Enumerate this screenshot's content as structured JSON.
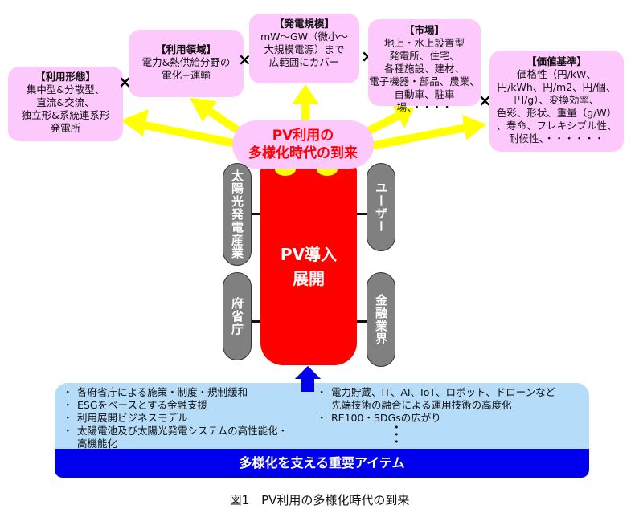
{
  "center": {
    "line1": "PV利用の",
    "line2": "多様化時代の到来"
  },
  "categories": [
    {
      "title": "【利用形態】",
      "lines": [
        "集中型&分散型、",
        "直流&交流、",
        "独立形&系統連系形",
        "発電所"
      ]
    },
    {
      "title": "【利用領域】",
      "lines": [
        "電力&熱供給分野の",
        "電化+運輸"
      ]
    },
    {
      "title": "【発電規模】",
      "lines": [
        "mW～GW（微小～",
        "大規模電源）まで",
        "広範囲にカバー"
      ]
    },
    {
      "title": "【市場】",
      "lines": [
        "地上・水上設置型",
        "発電所、住宅、",
        "各種施設、建材、",
        "電子機器・部品、農業、",
        "自動車、駐車場、・・・・"
      ]
    },
    {
      "title": "【価値基準】",
      "lines": [
        "価格性（円/kW、",
        "円/kWh、円/m2、円/個、",
        "円/g）、変換効率、",
        "色彩、形状、重量（g/W）",
        "、寿命、フレキシブル性、",
        "耐候性、・・・・・・"
      ]
    }
  ],
  "cross_symbol": "×",
  "vehicle": {
    "body_line1": "PV導入",
    "body_line2": "展開",
    "wheels": {
      "front_left": "太陽光発電産業",
      "front_right": "ユーザー",
      "rear_left": "府省庁",
      "rear_right": "金融業界"
    }
  },
  "supporting_items": {
    "left": [
      "各府省庁による施策・制度・規制緩和",
      "ESGをベースとする金融支援",
      "利用展開ビジネスモデル",
      "太陽電池及び太陽光発電システムの高性能化・高機能化"
    ],
    "right": [
      "電力貯蔵、IT、AI、IoT、ロボット、ドローンなど先端技術の融合による運用技術の高度化",
      "RE100・SDGsの広がり"
    ],
    "continuation": "⋮",
    "footer_label": "多様化を支える重要アイテム"
  },
  "caption": "図1　PV利用の多様化時代の到来",
  "colors": {
    "pink": "#fdc8fb",
    "arrow_yellow": "#ffff00",
    "vehicle_red": "#ff0000",
    "wheel_gray": "#808080",
    "panel_blue": "#b5dcf8",
    "bar_blue": "#0000ee",
    "center_text_red": "#ff0000"
  }
}
